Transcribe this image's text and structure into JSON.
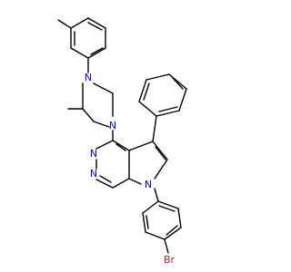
{
  "molecule": {
    "atoms": {
      "n_pip_aryl": "N",
      "n_pip_c4": "N",
      "n_pyr_upper": "N",
      "n_pyr_lower": "N",
      "n_pyrrole": "N",
      "br": "Br"
    }
  },
  "colors": {
    "bond": "#000000",
    "nitrogen": "#0000ff",
    "bromine": "#a52a2a",
    "background": "#ffffff"
  }
}
